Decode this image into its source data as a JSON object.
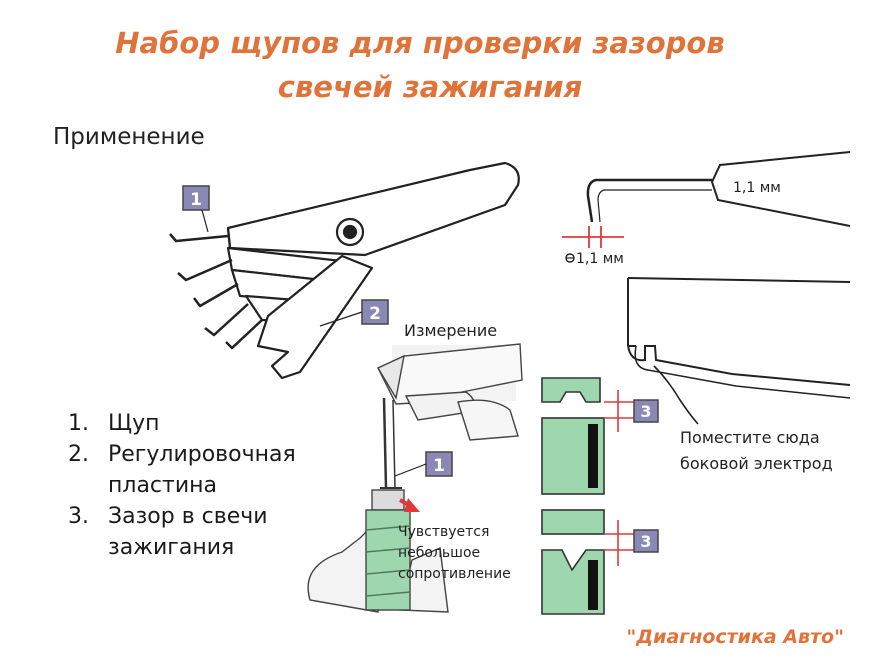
{
  "title_line1": "Набор щупов для проверки зазоров",
  "title_line2": "свечей зажигания",
  "section_label": "Применение",
  "measure_label": "Измерение",
  "gap_label_top": "1,1 мм",
  "gap_label_bottom": "1,1 мм",
  "callouts": [
    "1",
    "2",
    "1",
    "3",
    "3"
  ],
  "place_label_1": "Поместите сюда",
  "place_label_2": "боковой электрод",
  "resist_1": "Чувствуется",
  "resist_2": "небольшое",
  "resist_3": "сопротивление",
  "list": [
    {
      "n": "1.",
      "text": "Щуп"
    },
    {
      "n": "2.",
      "text": "Регулировочная пластина"
    },
    {
      "n": "3.",
      "text": "Зазор в свечи зажигания"
    }
  ],
  "footer": "\"Диагностика Авто\"",
  "colors": {
    "accent": "#e0733a",
    "callout": "#8a88b4",
    "insert": "#9ed6ae",
    "arrow": "#e0393b"
  }
}
